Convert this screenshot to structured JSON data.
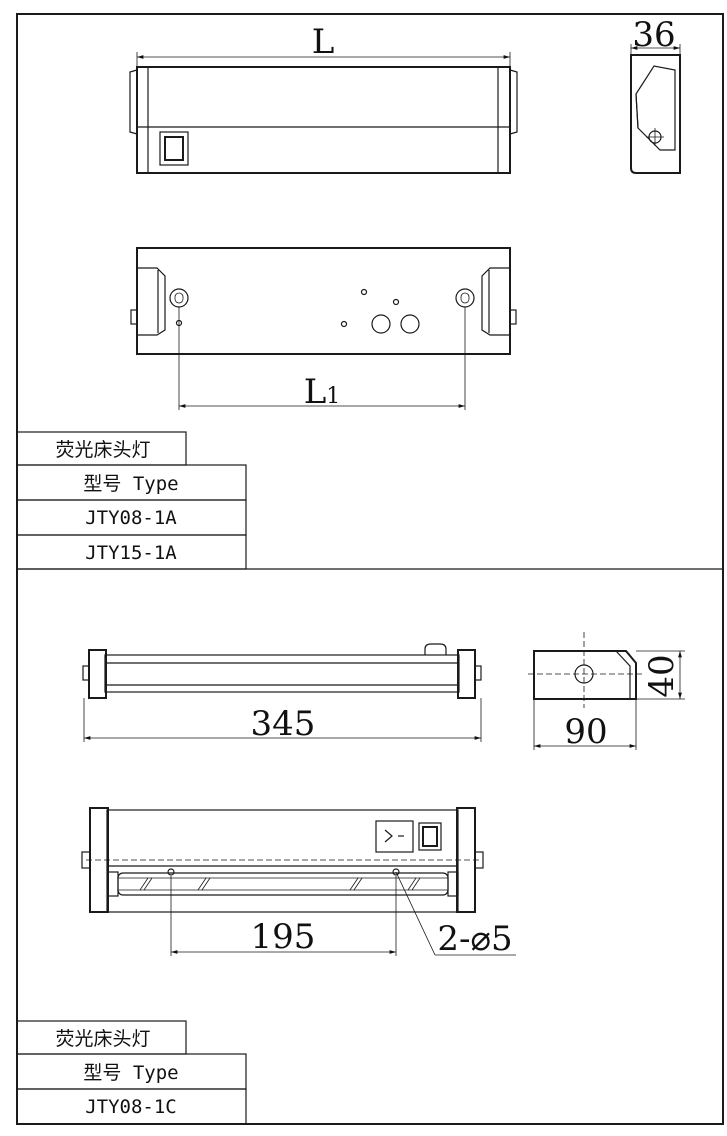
{
  "top": {
    "dims": {
      "length": "L",
      "depth": "36",
      "mount": "L",
      "mount_sub": "1"
    },
    "table": {
      "name": "荧光床头灯",
      "type_header": "型号 Type",
      "models": [
        "JTY08-1A",
        "JTY15-1A"
      ]
    }
  },
  "bottom": {
    "dims": {
      "length": "345",
      "height": "40",
      "depth": "90",
      "mount": "195",
      "holes": "2-⌀5"
    },
    "table": {
      "name": "荧光床头灯",
      "type_header": "型号 Type",
      "models": [
        "JTY08-1C"
      ]
    }
  }
}
